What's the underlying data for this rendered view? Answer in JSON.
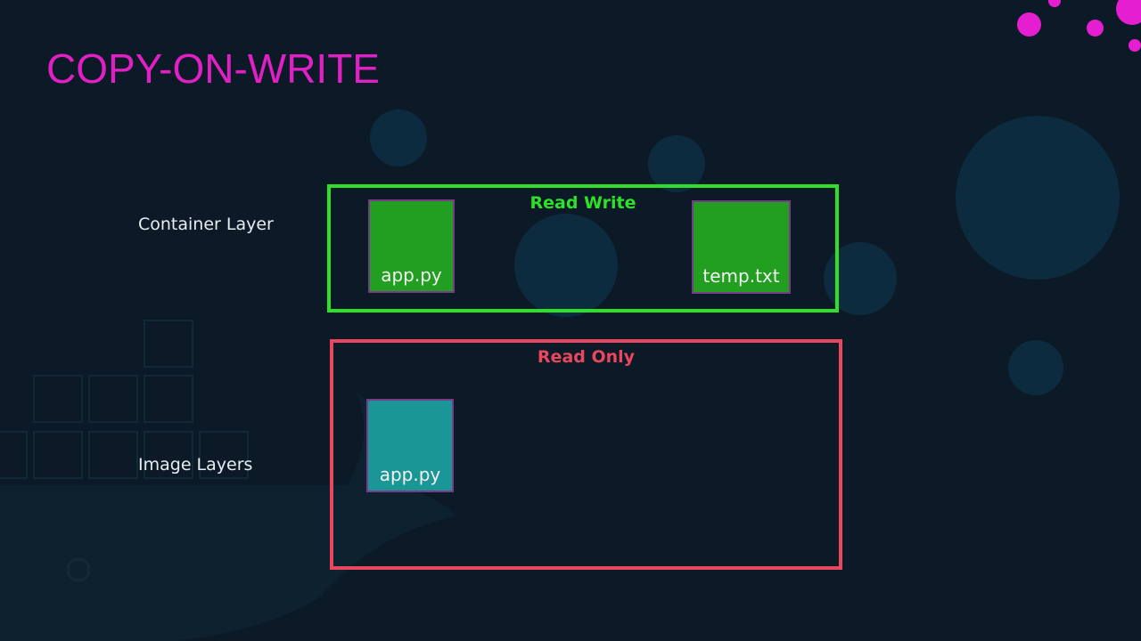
{
  "slide": {
    "title": "COPY-ON-WRITE",
    "container_layer": {
      "label": "Container Layer",
      "mode": "Read Write",
      "color": "#2fe02a",
      "files": [
        "app.py",
        "temp.txt"
      ]
    },
    "image_layers": {
      "label": "Image Layers",
      "mode": "Read Only",
      "color": "#e8475e",
      "files": [
        "app.py"
      ]
    }
  }
}
